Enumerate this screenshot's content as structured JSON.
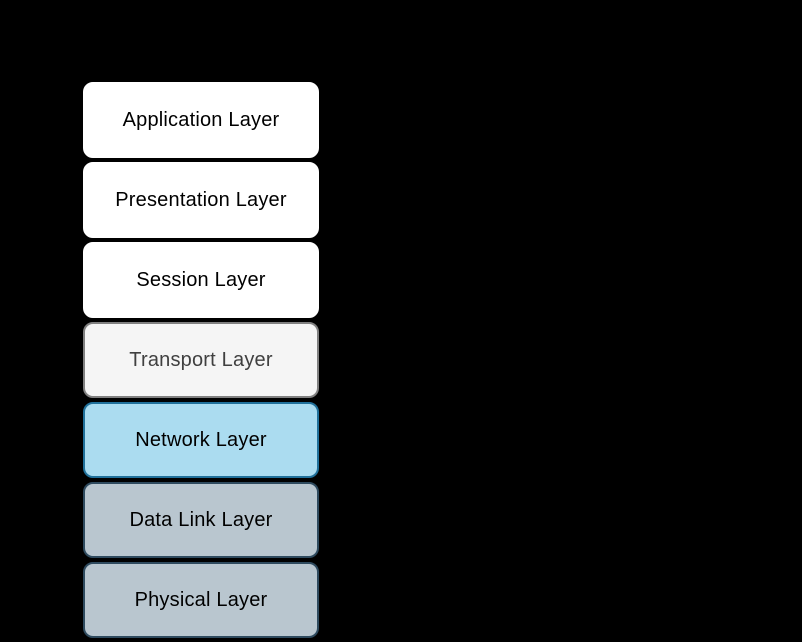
{
  "diagram": {
    "background": "#000000",
    "layers": [
      {
        "label": "Application Layer",
        "fill": "#ffffff",
        "border": "#ffffff",
        "text_color": "#000000"
      },
      {
        "label": "Presentation Layer",
        "fill": "#ffffff",
        "border": "#ffffff",
        "text_color": "#000000"
      },
      {
        "label": "Session Layer",
        "fill": "#ffffff",
        "border": "#ffffff",
        "text_color": "#000000"
      },
      {
        "label": "Transport Layer",
        "fill": "#f5f5f5",
        "border": "#808080",
        "text_color": "#404040"
      },
      {
        "label": "Network Layer",
        "fill": "#abdcf0",
        "border": "#20709a",
        "text_color": "#000000"
      },
      {
        "label": "Data Link Layer",
        "fill": "#b9c6cf",
        "border": "#2e4a5e",
        "text_color": "#000000"
      },
      {
        "label": "Physical Layer",
        "fill": "#b9c6cf",
        "border": "#2e4a5e",
        "text_color": "#000000"
      }
    ]
  }
}
